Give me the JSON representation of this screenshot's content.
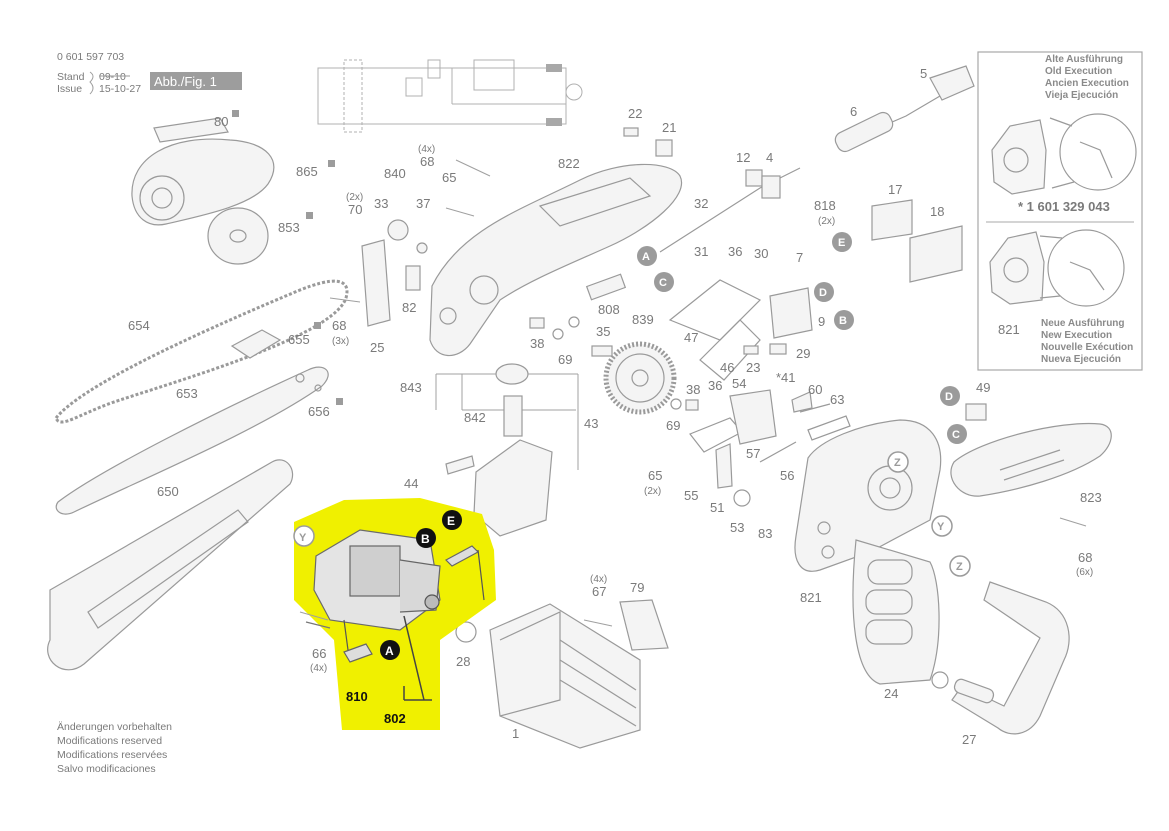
{
  "header": {
    "doc_number": "0 601 597 703",
    "stand_label": "Stand",
    "issue_label": "Issue",
    "date_old": "09-10",
    "date_new": "15-10-27",
    "fig_badge": "Abb./Fig. 1"
  },
  "footer_notes": [
    "Änderungen vorbehalten",
    "Modifications reserved",
    "Modifications reservées",
    "Salvo modificaciones"
  ],
  "inset": {
    "old_title": [
      "Alte Ausführung",
      "Old Execution",
      "Ancien Execution",
      "Vieja Ejecución"
    ],
    "part_number": "* 1 601 329 043",
    "part_821": "821",
    "new_title": [
      "Neue Ausführung",
      "New Execution",
      "Nouvelle Exécution",
      "Nueva Ejecución"
    ]
  },
  "highlight": {
    "color": "#f0f000",
    "labels": {
      "p810": "810",
      "p802": "802"
    },
    "markers": {
      "A": "A",
      "B": "B",
      "E": "E",
      "Y": "Y"
    }
  },
  "parts": {
    "p80": "80",
    "p865": "865",
    "p853": "853",
    "p654": "654",
    "p655": "655",
    "p653": "653",
    "p656": "656",
    "p650": "650",
    "p840": "840",
    "p68a": "68",
    "p68a_qty": "(4x)",
    "p70": "70",
    "p70_qty": "(2x)",
    "p33": "33",
    "p37": "37",
    "p65a": "65",
    "p822": "822",
    "p82": "82",
    "p68b": "68",
    "p68b_qty": "(3x)",
    "p25": "25",
    "p22": "22",
    "p21": "21",
    "p12": "12",
    "p4": "4",
    "p5": "5",
    "p6": "6",
    "p818": "818",
    "p818_qty": "(2x)",
    "p32": "32",
    "p31": "31",
    "p36a": "36",
    "p30": "30",
    "p7": "7",
    "p17": "17",
    "p18": "18",
    "p9": "9",
    "p808": "808",
    "p839": "839",
    "p35": "35",
    "p38a": "38",
    "p69a": "69",
    "p47": "47",
    "p46": "46",
    "p23": "23",
    "p29": "29",
    "p843": "843",
    "p842": "842",
    "p43": "43",
    "p44": "44",
    "p38b": "38",
    "p36b": "36",
    "p54": "54",
    "p41": "*41",
    "p60": "60",
    "p63": "63",
    "p49": "49",
    "p69b": "69",
    "p65b": "65",
    "p65b_qty": "(2x)",
    "p55": "55",
    "p51": "51",
    "p57": "57",
    "p56": "56",
    "p53": "53",
    "p83": "83",
    "p823": "823",
    "p68c": "68",
    "p68c_qty": "(6x)",
    "p821": "821",
    "p66": "66",
    "p66_qty": "(4x)",
    "p67": "67",
    "p67_qty": "(4x)",
    "p79": "79",
    "p28": "28",
    "p1": "1",
    "p24": "24",
    "p27": "27"
  },
  "callouts": {
    "A1": "A",
    "C1": "C",
    "E1": "E",
    "D1": "D",
    "B1": "B",
    "D2": "D",
    "C2": "C",
    "Z1": "Z",
    "Y1": "Y",
    "Z2": "Z"
  },
  "colors": {
    "ink": "#7a7a7a",
    "line": "#9a9a9a",
    "highlight": "#f0f000",
    "marker": "#111111"
  }
}
